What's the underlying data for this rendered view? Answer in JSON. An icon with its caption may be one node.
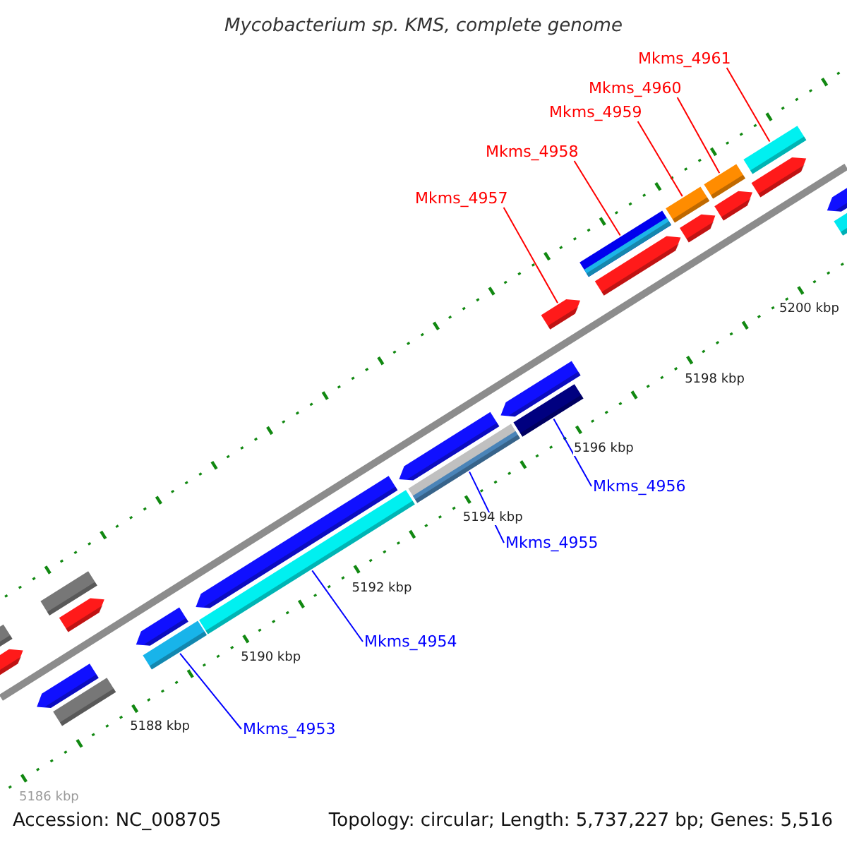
{
  "diagram": {
    "title": "Mycobacterium sp. KMS, complete genome",
    "nodes": [
      {
        "text": [
          "Mkms_4961"
        ]
      },
      {
        "text": [
          "Mkms_4960"
        ]
      },
      {
        "text": [
          "Mkms_4959"
        ]
      },
      {
        "text": [
          "Mkms_4958"
        ]
      },
      {
        "text": [
          "Mkms_4957"
        ]
      },
      {
        "text": [
          "Mkms_4956"
        ]
      },
      {
        "text": [
          "Mkms_4955"
        ]
      },
      {
        "text": [
          "Mkms_4954"
        ]
      },
      {
        "text": [
          "Mkms_4953"
        ]
      },
      {
        "text": [],
        "shape": "bar"
      },
      {
        "text": [],
        "shape": "bar"
      },
      {
        "text": [],
        "shape": "bar"
      },
      {
        "text": [],
        "shape": "bar"
      },
      {
        "text": [],
        "shape": "bar"
      },
      {
        "text": [],
        "shape": "bar"
      },
      {
        "text": [],
        "shape": "bar"
      },
      {
        "text": [],
        "shape": "bar"
      },
      {
        "text": [],
        "shape": "bar"
      },
      {
        "text": [],
        "shape": "bar"
      },
      {
        "text": [],
        "shape": "bar"
      },
      {
        "text": [],
        "shape": "bar"
      },
      {
        "text": [],
        "shape": "bar"
      },
      {
        "text": [],
        "shape": "bar"
      },
      {
        "text": [],
        "shape": "bar"
      },
      {
        "text": [],
        "shape": "bar"
      },
      {
        "text": [],
        "shape": "bar"
      },
      {
        "text": [],
        "shape": "bar"
      },
      {
        "text": [],
        "shape": "bar"
      },
      {
        "text": [],
        "shape": "bar"
      },
      {
        "text": [],
        "shape": "bar"
      },
      {
        "text": [],
        "shape": "bar"
      },
      {
        "text": [],
        "shape": "bar"
      },
      {
        "text": [],
        "shape": "bar"
      },
      {
        "text": [],
        "shape": "bar"
      }
    ],
    "edges": [
      {
        "from": 0,
        "to": 31,
        "arrow": "none",
        "color": "#ff0000"
      },
      {
        "from": 1,
        "to": 29,
        "arrow": "none",
        "color": "#ff0000"
      },
      {
        "from": 2,
        "to": 26,
        "arrow": "none",
        "color": "#ff0000"
      },
      {
        "from": 3,
        "to": 24,
        "arrow": "none",
        "color": "#ff0000"
      },
      {
        "from": 4,
        "to": 23,
        "arrow": "none",
        "color": "#ff0000"
      },
      {
        "from": 5,
        "to": 22,
        "arrow": "none",
        "color": "#0000ff"
      },
      {
        "from": 6,
        "to": 20,
        "arrow": "none",
        "color": "#0000ff"
      },
      {
        "from": 7,
        "to": 17,
        "arrow": "none",
        "color": "#0000ff"
      },
      {
        "from": 8,
        "to": 16,
        "arrow": "none",
        "color": "#0000ff"
      }
    ],
    "labels": [
      "5200 kbp",
      "5198 kbp",
      "5196 kbp",
      "5194 kbp",
      "5192 kbp",
      "5190 kbp",
      "5188 kbp",
      "5186 kbp",
      "Accession: NC_008705",
      "Topology: circular; Length: 5,737,227 bp; Genes: 5,516"
    ]
  }
}
